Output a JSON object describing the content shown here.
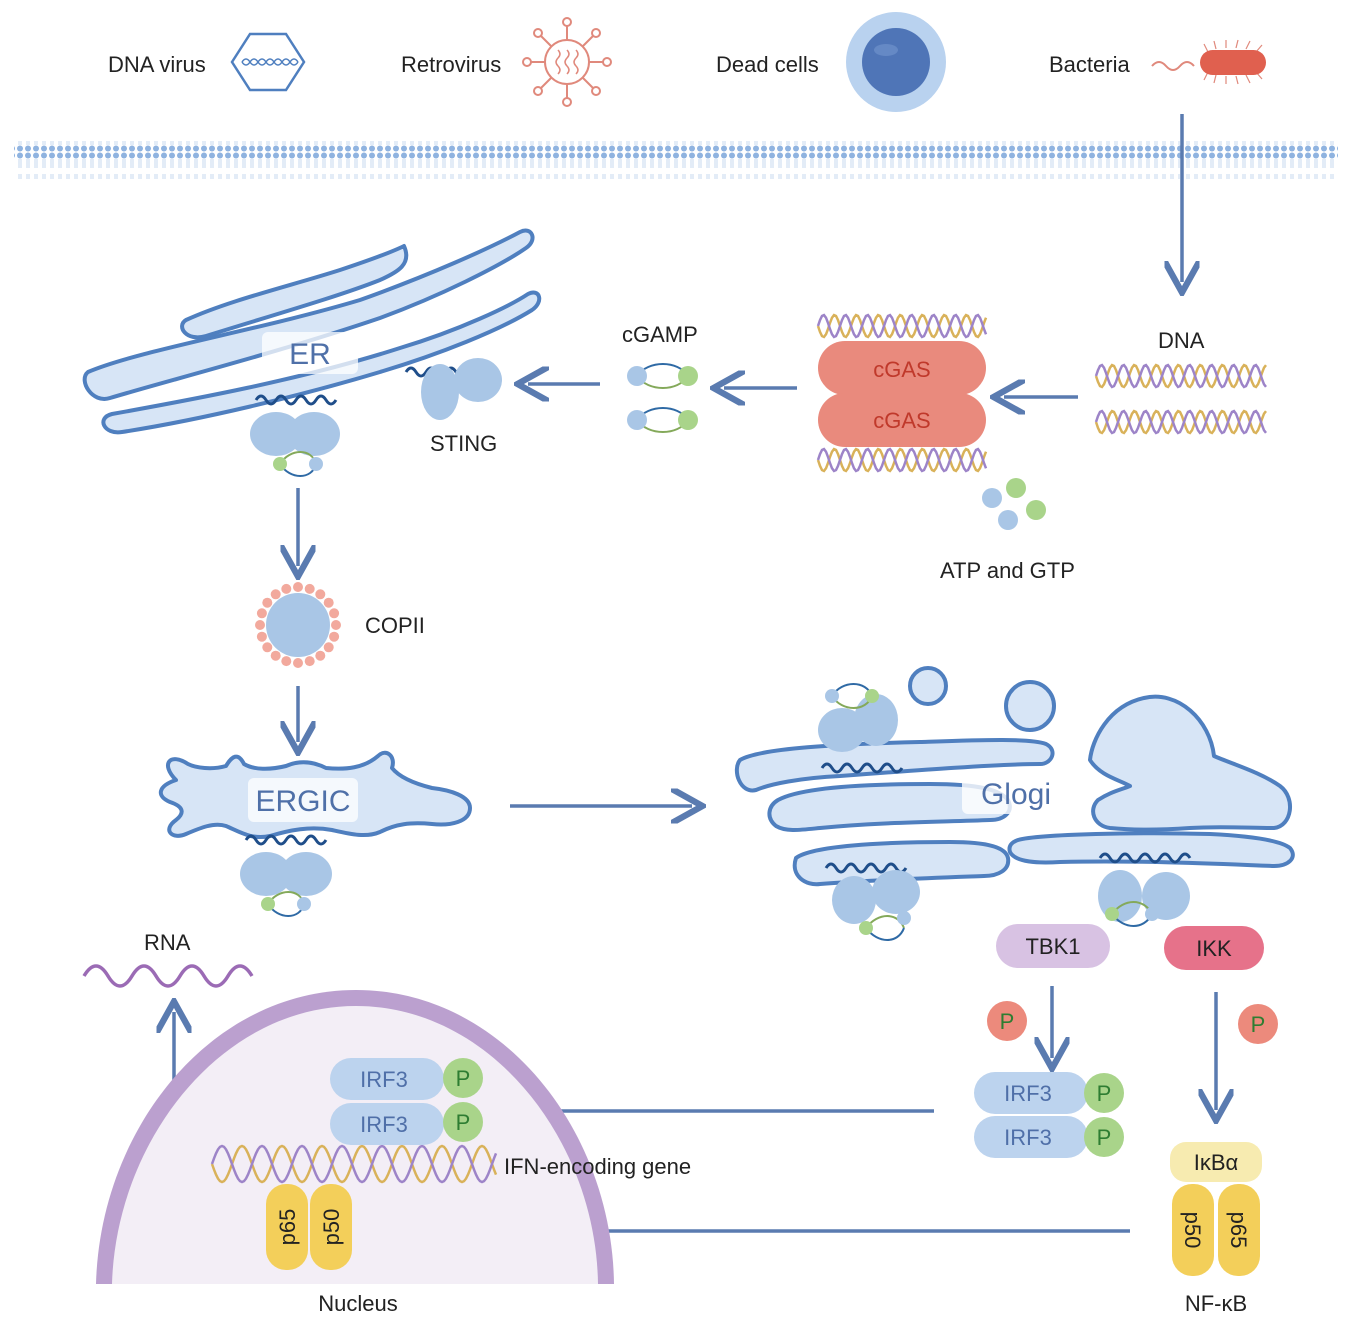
{
  "colors": {
    "membrane": "#8fb3e0",
    "organelle_fill": "#d7e5f6",
    "organelle_stroke": "#4f7fbf",
    "arrow": "#5a7bb0",
    "sting_protein": "#a9c6e6",
    "cgas": "#e98a7d",
    "tbk1": "#d8c2e3",
    "ikk": "#e6728a",
    "irf3": "#bcd3ee",
    "phospho": "#a9d48a",
    "p_red": "#ec8a7c",
    "nfkb": "#f3cf5a",
    "ikba": "#f7ebb0",
    "nucleus_fill": "#f3eef6",
    "nucleus_stroke": "#bba0cf",
    "rna": "#9b6bb5",
    "dna_gold": "#d9b25a",
    "dna_purple": "#9d84c8"
  },
  "pathogens": {
    "dna_virus": "DNA virus",
    "retrovirus": "Retrovirus",
    "dead_cells": "Dead cells",
    "bacteria": "Bacteria"
  },
  "labels": {
    "dna": "DNA",
    "cgas_top": "cGAS",
    "cgas_bottom": "cGAS",
    "atp_gtp": "ATP and GTP",
    "cgamp": "cGAMP",
    "er": "ER",
    "sting": "STING",
    "copii": "COPII",
    "ergic": "ERGIC",
    "golgi": "Glogi",
    "tbk1": "TBK1",
    "ikk": "IKK",
    "p": "P",
    "irf3": "IRF3",
    "ikba": "IκBα",
    "p50": "p50",
    "p65": "p65",
    "nfkb": "NF-κB",
    "rna": "RNA",
    "ifn_gene": "IFN-encoding gene",
    "nucleus": "Nucleus"
  }
}
